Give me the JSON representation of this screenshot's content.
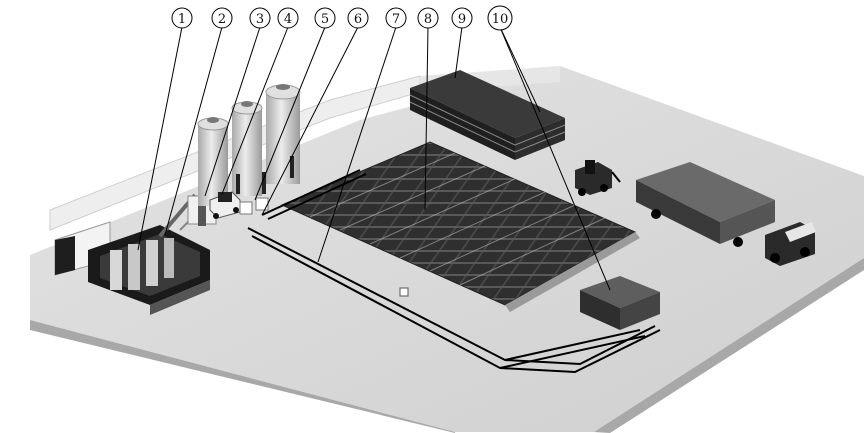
{
  "callouts": [
    {
      "label": "1"
    },
    {
      "label": "2"
    },
    {
      "label": "3"
    },
    {
      "label": "4"
    },
    {
      "label": "5"
    },
    {
      "label": "6"
    },
    {
      "label": "7"
    },
    {
      "label": "8"
    },
    {
      "label": "9"
    },
    {
      "label": "10"
    }
  ],
  "colors": {
    "background": "#ffffff",
    "floor": "#d9d9d9",
    "floor_side": "#a8a8a8",
    "wall": "#e8e8e8",
    "bed_dark": "#3a3a3a",
    "bed_mid": "#5a5a5a",
    "silo": "#cfcfcf",
    "stack": "#2e2e2e",
    "truck": "#4a4a4a",
    "line": "#000000"
  }
}
